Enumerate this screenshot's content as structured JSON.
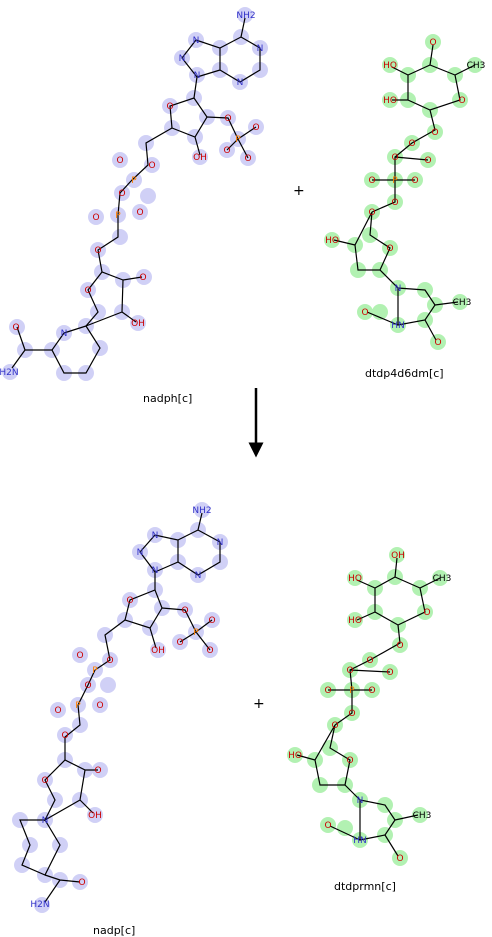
{
  "reaction": {
    "reactants": [
      {
        "id": "nadph[c]",
        "label": "nadph[c]"
      },
      {
        "id": "dtdp4d6dm[c]",
        "label": "dtdp4d6dm[c]"
      }
    ],
    "products": [
      {
        "id": "nadp[c]",
        "label": "nadp[c]"
      },
      {
        "id": "dtdprmn[c]",
        "label": "dtdprmn[c]"
      }
    ],
    "operator": "+"
  },
  "colors": {
    "nad_highlight": "#c8c8f5",
    "sugar_highlight": "#aaf0aa",
    "oxygen": "#cc0000",
    "nitrogen": "#3232c8",
    "phosphorus": "#ff8000",
    "arrow": "#000000"
  }
}
